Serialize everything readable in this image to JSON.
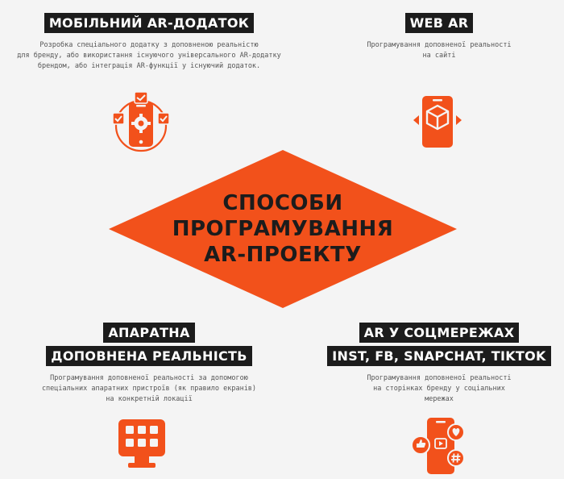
{
  "center": {
    "lines": [
      "СПОСОБИ",
      "ПРОГРАМУВАННЯ",
      "AR-ПРОЕКТУ"
    ]
  },
  "mobile": {
    "title": "МОБІЛЬНИЙ AR-ДОДАТОК",
    "desc": "Розробка спеціального додатку з доповненою реальністю\nдля бренду, або використання існуючого універсального AR-додатку\nбрендом, або інтеграція AR-функції у існуючий додаток.",
    "icon": "phone-gear-icon"
  },
  "web": {
    "title": "WEB AR",
    "desc": "Програмування доповненої реальності\nна сайті",
    "icon": "phone-cube-icon"
  },
  "hardware": {
    "title_line1": "АПАРАТНА",
    "title_line2": "ДОПОВНЕНА РЕАЛЬНІСТЬ",
    "desc": "Програмування доповненої реальності за допомогою\nспеціальних апаратних пристроїв (як правило екранів)\nна конкретній локації",
    "icon": "kiosk-screen-icon"
  },
  "social": {
    "title_line1": "AR У СОЦМЕРЕЖАХ",
    "title_line2": "INST, FB, SNAPCHAT, TIKTOK",
    "desc": "Програмування доповненої реальності\nна сторінках бренду у соціальних\nмережах",
    "icon": "social-phone-icon"
  },
  "colors": {
    "accent": "#f2511b",
    "dark": "#1c1c1c",
    "background": "#f4f4f4",
    "text_muted": "#555555"
  }
}
